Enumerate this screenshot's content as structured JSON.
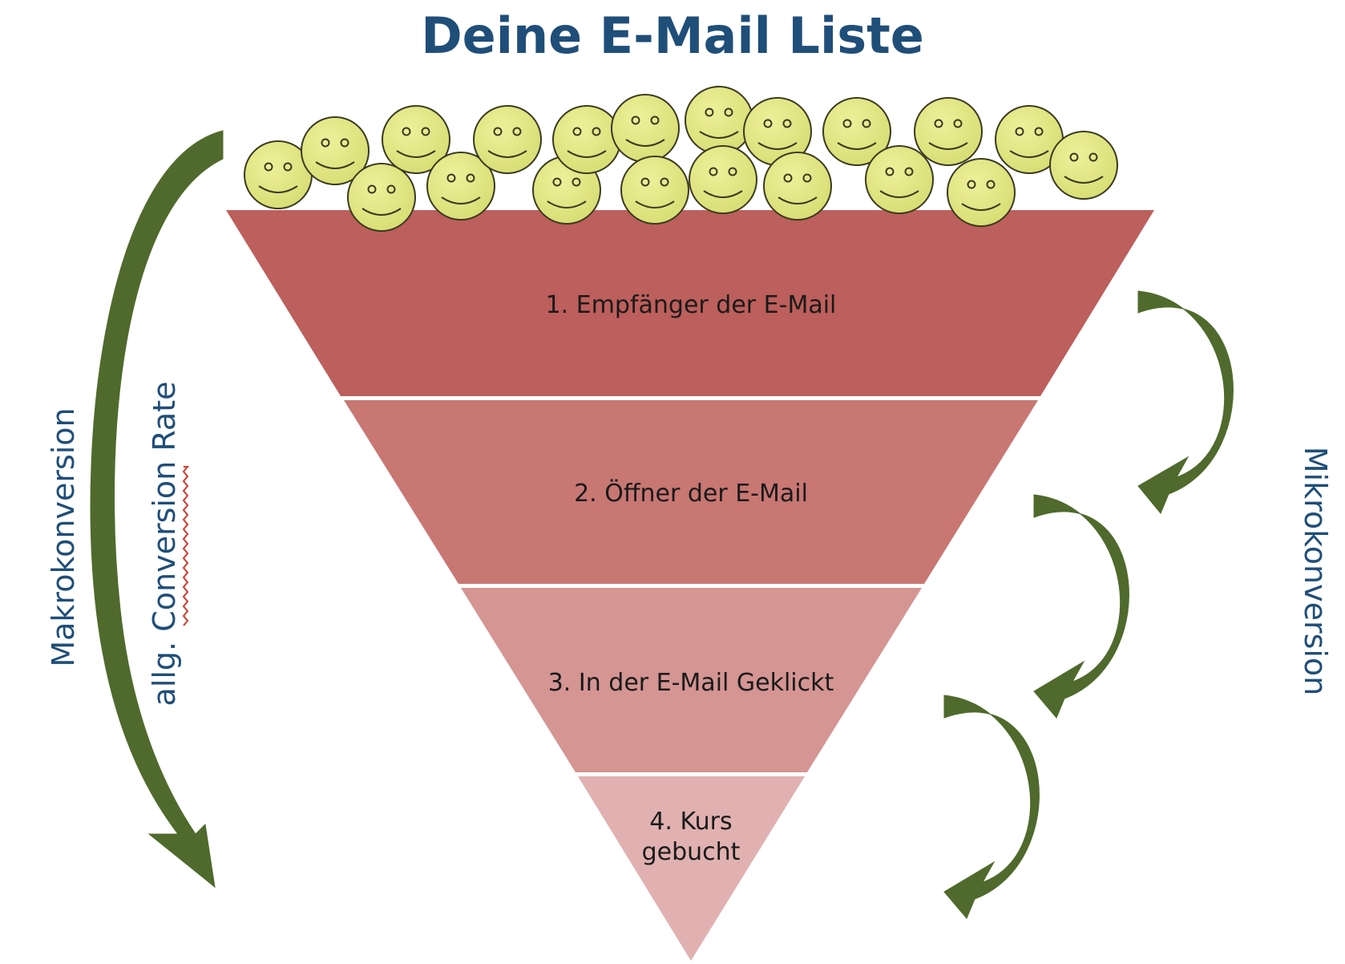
{
  "title": "Deine E-Mail Liste",
  "labels": {
    "left_outer": "Makrokonversion",
    "left_inner": "allg. Conversion Rate",
    "right": "Mikrokonversion"
  },
  "stages": [
    {
      "lines": [
        "1. Empfänger der E-Mail"
      ],
      "color": "#bd5f5c"
    },
    {
      "lines": [
        "2. Öffner der E-Mail"
      ],
      "color": "#c87773"
    },
    {
      "lines": [
        "3. In der E-Mail Geklickt"
      ],
      "color": "#d49593"
    },
    {
      "lines": [
        "4. Kurs",
        "gebucht"
      ],
      "color": "#e0b1b0"
    }
  ],
  "colors": {
    "title": "#1f4e79",
    "side_labels": "#1f4e79",
    "arrow_dark": "#4f6a2c",
    "arrow_light": "#8fa55e",
    "smiley_fill": "#d7dd73",
    "smiley_stroke": "#3a3a20",
    "spellcheck_underline": "#d33a2c"
  }
}
